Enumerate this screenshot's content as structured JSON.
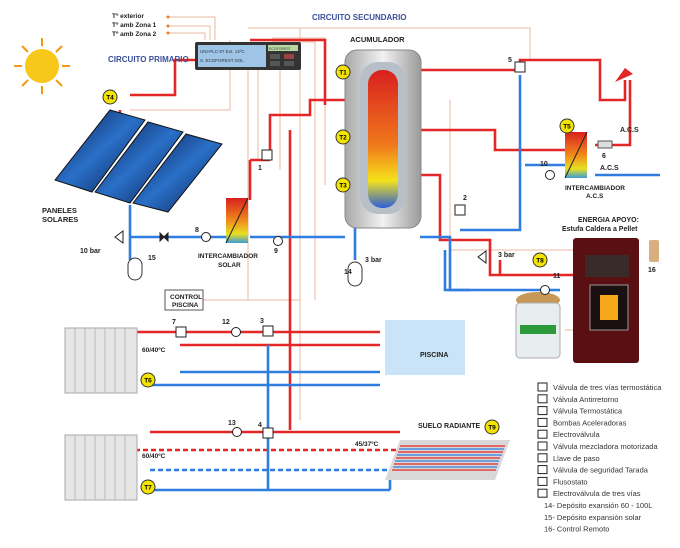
{
  "labels": {
    "temp_exterior": "Tº exterior",
    "temp_zona1": "Tº amb Zona 1",
    "temp_zona2": "Tº amb Zona 2",
    "circuito_secundario": "CIRCUITO SECUNDARIO",
    "circuito_primario": "CIRCUITO PRIMARIO",
    "acumulador": "ACUMULADOR",
    "paneles_1": "PANELES",
    "paneles_2": "SOLARES",
    "int_solar_1": "INTERCAMBIADOR",
    "int_solar_2": "SOLAR",
    "int_acs_1": "INTERCAMBIADOR",
    "int_acs_2": "A.C.S",
    "acs_hot": "A.C.S",
    "acs_cold": "A.C.S",
    "energia_1": "ENERGIA APOYO:",
    "energia_2": "Estufa Caldera a Pellet",
    "control_piscina_1": "CONTROL",
    "control_piscina_2": "PISCINA",
    "piscina": "PISCINA",
    "rad1_temp": "60/40ºC",
    "rad2_temp": "60/40ºC",
    "suelo_radiante": "SUELO RADIANTE",
    "suelo_temp": "45/37ºC",
    "bar10": "10 bar",
    "bar3a": "3 bar",
    "bar3b": "3 bar"
  },
  "controller": {
    "line1": "UNI-PLC-07 Ext. 14ºC",
    "line2": "S. ECOFOREST SOL",
    "brand": "ECOFOREST"
  },
  "sensors": [
    "T1",
    "T2",
    "T3",
    "T4",
    "T5",
    "T6",
    "T7",
    "T8",
    "T9"
  ],
  "numbers": {
    "n1": "1",
    "n2": "2",
    "n3": "3",
    "n4": "4",
    "n5": "5",
    "n6": "6",
    "n7": "7",
    "n8": "8",
    "n9": "9",
    "n10": "10",
    "n11": "11",
    "n12": "12",
    "n13": "13",
    "n14": "14",
    "n15": "15",
    "n16": "16"
  },
  "legend": [
    {
      "icon": "three-way-thermostatic-valve-icon",
      "label": "Válvula de tres vías termostática"
    },
    {
      "icon": "check-valve-icon",
      "label": "Válvula Antirretorno"
    },
    {
      "icon": "thermostatic-valve-icon",
      "label": "Válvula Termostática"
    },
    {
      "icon": "pump-icon",
      "label": "Bombas Aceleradoras"
    },
    {
      "icon": "solenoid-valve-icon",
      "label": "Electroválvula"
    },
    {
      "icon": "motorized-mixing-valve-icon",
      "label": "Válvula mezcladora motorizada"
    },
    {
      "icon": "stop-valve-icon",
      "label": "Llave de paso"
    },
    {
      "icon": "safety-valve-icon",
      "label": "Válvula de seguridad Tarada"
    },
    {
      "icon": "flow-switch-icon",
      "label": "Flusostato"
    },
    {
      "icon": "three-way-solenoid-valve-icon",
      "label": "Electroválvula de tres vías"
    },
    {
      "icon": "",
      "label": "14-  Depósito exansión 60 - 100L"
    },
    {
      "icon": "",
      "label": "15-  Depósito expansión solar"
    },
    {
      "icon": "",
      "label": "16-  Control Remoto"
    }
  ],
  "colors": {
    "hot": "#e32626",
    "cold": "#2f7de0",
    "sensor": "#f5e400",
    "title_blue": "#3a4f9a"
  }
}
